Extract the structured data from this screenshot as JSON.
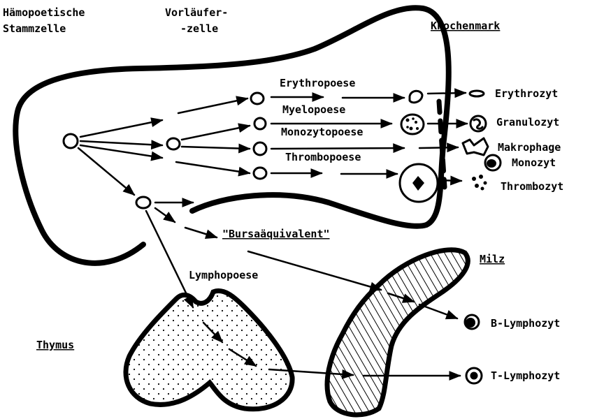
{
  "labels": {
    "stem_cell_1": "Hämopoetische",
    "stem_cell_2": "Stammzelle",
    "precursor_1": "Vorläufer-",
    "precursor_2": "-zelle",
    "bone_marrow": "Knochenmark",
    "erythropoiesis": "Erythropoese",
    "myelopoiesis": "Myelopoese",
    "monocytopoiesis": "Monozytopoese",
    "thrombopoiesis": "Thrombopoese",
    "erythrocyte": "Erythrozyt",
    "granulocyte": "Granulozyt",
    "macrophage": "Makrophage",
    "monocyte": "Monozyt",
    "thrombocyte": "Thrombozyt",
    "bursa_equivalent": "\"Bursaäquivalent\"",
    "spleen": "Milz",
    "lymphopoiesis": "Lymphopoese",
    "thymus": "Thymus",
    "b_lymphocyte": "B-Lymphozyt",
    "t_lymphocyte": "T-Lymphozyt"
  },
  "colors": {
    "ink": "#000000",
    "background": "#ffffff"
  }
}
